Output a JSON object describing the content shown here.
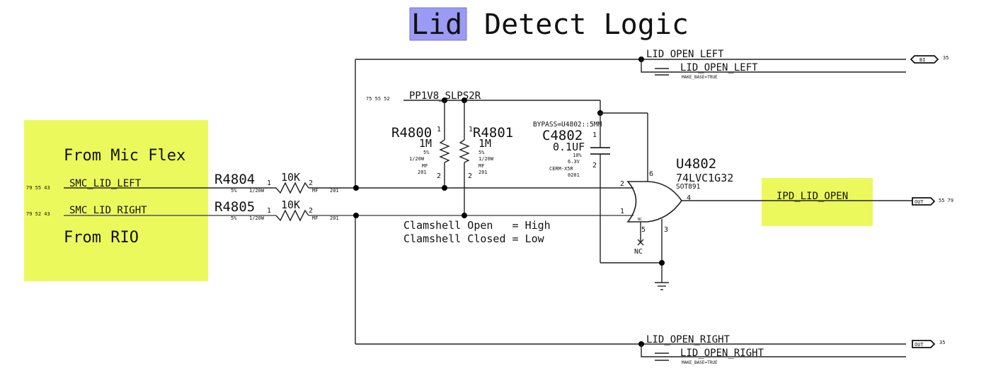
{
  "title": {
    "highlight": "Lid",
    "rest": "Detect Logic",
    "highlight_color": "#9b9bf5"
  },
  "notes": {
    "from_mic_flex": "From Mic Flex",
    "from_rio": "From RIO",
    "clamshell_open": "Clamshell Open   = High",
    "clamshell_closed": "Clamshell Closed = Low",
    "note_color": "#ebf95c"
  },
  "nets": {
    "smc_lid_left": {
      "name": "SMC_LID_LEFT",
      "refs": "79 55 43"
    },
    "smc_lid_right": {
      "name": "SMC_LID_RIGHT",
      "refs": "79 52 43"
    },
    "pp1v8": {
      "name": "PP1V8_SLPS2R",
      "refs": "75 55 52"
    },
    "lid_open_left": {
      "name": "LID_OPEN_LEFT",
      "alias": "LID_OPEN_LEFT",
      "prop": "MAKE_BASE=TRUE",
      "port": "BI",
      "refs": "35"
    },
    "lid_open_right": {
      "name": "LID_OPEN_RIGHT",
      "alias": "LID_OPEN_RIGHT",
      "prop": "MAKE_BASE=TRUE",
      "port": "OUT",
      "refs": "35"
    },
    "ipd_lid_open": {
      "name": "IPD_LID_OPEN",
      "port": "OUT",
      "refs": "55 79"
    }
  },
  "components": {
    "r4804": {
      "ref": "R4804",
      "value": "10K",
      "tol": "5%",
      "power": "1/20W",
      "type": "MF",
      "size": "201",
      "pin1": "1",
      "pin2": "2"
    },
    "r4805": {
      "ref": "R4805",
      "value": "10K",
      "tol": "5%",
      "power": "1/20W",
      "type": "MF",
      "size": "201",
      "pin1": "1",
      "pin2": "2"
    },
    "r4800": {
      "ref": "R4800",
      "value": "1M",
      "tol": "5%",
      "power": "1/20W",
      "type": "MF",
      "size": "201",
      "pin1": "1",
      "pin2": "2"
    },
    "r4801": {
      "ref": "R4801",
      "value": "1M",
      "tol": "5%",
      "power": "1/20W",
      "type": "MF",
      "size": "201",
      "pin1": "1",
      "pin2": "2"
    },
    "c4802": {
      "ref": "C4802",
      "value": "0.1UF",
      "tol": "10%",
      "voltage": "6.3V",
      "dielectric": "CERM-X5R",
      "size": "0201",
      "bypass": "BYPASS=U4802::5MM",
      "pin1": "1",
      "pin2": "2"
    },
    "u4802": {
      "ref": "U4802",
      "part": "74LVC1G32",
      "package": "SOT891",
      "pin_a": "2",
      "pin_b": "1",
      "pin_out": "4",
      "pin_vcc": "6",
      "pin_gnd": "3",
      "pin_nc": "5",
      "nc_inside": "NC",
      "nc_label": "NC"
    }
  }
}
